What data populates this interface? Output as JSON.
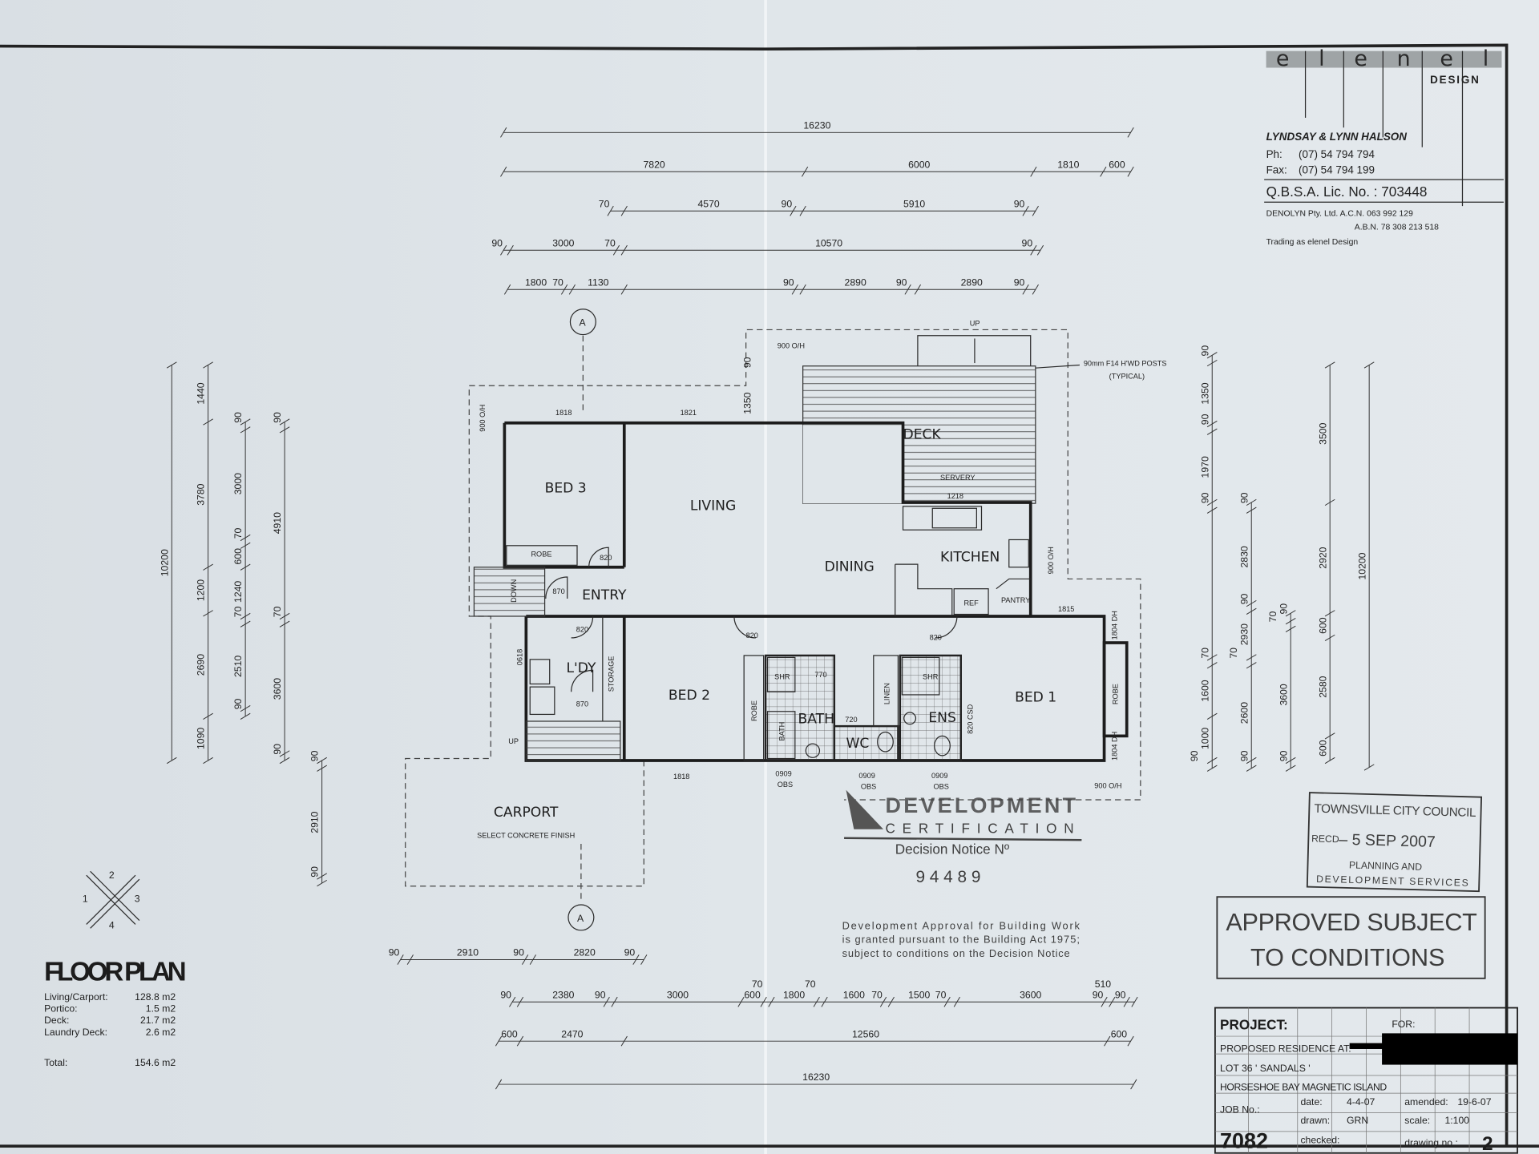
{
  "logo": {
    "wordmark": "elenel",
    "sub": "DESIGN"
  },
  "firm": {
    "name": "LYNDSAY & LYNN HALSON",
    "phone_label": "Ph:",
    "phone": "(07) 54 794 794",
    "fax_label": "Fax:",
    "fax": "(07) 54 794 199",
    "license": "Q.B.S.A. Lic. No. : 703448",
    "company": "DENOLYN Pty. Ltd. A.C.N. 063 992 129",
    "abn": "A.B.N. 78 308 213 518",
    "trading": "Trading as elenel Design"
  },
  "title_block": {
    "project_label": "PROJECT:",
    "for_label": "FOR:",
    "address_1": "PROPOSED RESIDENCE AT:",
    "address_2": "LOT 36 ' SANDALS '",
    "address_3": "HORSESHOE BAY MAGNETIC ISLAND",
    "job_label": "JOB No.:",
    "job_no": "7082",
    "date_label": "date:",
    "date": "4-4-07",
    "drawn_label": "drawn:",
    "drawn": "GRN",
    "checked_label": "checked:",
    "amended_label": "amended:",
    "amended": "19-6-07",
    "scale_label": "scale:",
    "scale": "1:100",
    "drawing_label": "drawing no.:",
    "drawing_no": "2"
  },
  "area_schedule": {
    "title": "FLOOR PLAN",
    "rows": [
      {
        "label": "Living/Carport:",
        "value": "128.8 m2"
      },
      {
        "label": "Portico:",
        "value": "1.5 m2"
      },
      {
        "label": "Deck:",
        "value": "21.7 m2"
      },
      {
        "label": "Laundry Deck:",
        "value": "2.6 m2"
      }
    ],
    "total_label": "Total:",
    "total": "154.6 m2"
  },
  "compass": {
    "n1": "1",
    "n2": "2",
    "n3": "3",
    "n4": "4"
  },
  "section_marker": "A",
  "rooms": {
    "bed3": "BED 3",
    "living": "LIVING",
    "dining": "DINING",
    "kitchen": "KITCHEN",
    "deck": "DECK",
    "servery": "SERVERY",
    "pantry": "PANTRY",
    "ref": "REF",
    "entry": "ENTRY",
    "laundry": "L'DY",
    "storage": "STORAGE",
    "bed2": "BED 2",
    "bath": "BATH",
    "bath_tub": "BATH",
    "wc": "WC",
    "linen": "LINEN",
    "ens": "ENS",
    "bed1": "BED 1",
    "carport": "CARPORT",
    "carport_finish": "SELECT CONCRETE FINISH",
    "robe": "ROBE",
    "shr": "SHR"
  },
  "annotations": {
    "overhang": "900 O/H",
    "posts": "90mm F14 H'WD POSTS",
    "posts_2": "(TYPICAL)",
    "up": "UP",
    "down": "DOWN",
    "w1818": "1818",
    "w1821": "1821",
    "w1350": "1350",
    "w90": "90",
    "w1218": "1218",
    "d820": "820",
    "d870": "870",
    "d770": "770",
    "d720": "720",
    "csd": "820 CSD",
    "w0618": "0618",
    "dh": "1804 DH",
    "w1815": "1815",
    "obs": "0909",
    "obs_2": "OBS"
  },
  "stamps": {
    "dev_1": "DEVELOPMENT",
    "dev_2": "CERTIFICATION",
    "dev_notice": "Decision Notice Nº",
    "dev_number": "9 4 4 8 9",
    "dev_text_1": "Development Approval for Building Work",
    "dev_text_2": "is granted pursuant to the Building Act 1975;",
    "dev_text_3": "subject to conditions on the Decision Notice",
    "approved_1": "APPROVED SUBJECT",
    "approved_2": "TO CONDITIONS",
    "council": "TOWNSVILLE CITY COUNCIL",
    "recd": "RECD",
    "recd_date": "– 5 SEP 2007",
    "dept_1": "PLANNING AND",
    "dept_2": "DEVELOPMENT SERVICES"
  },
  "dims": {
    "top": [
      [
        "16230"
      ],
      [
        "7820",
        "6000",
        "1810",
        "600"
      ],
      [
        "70",
        "4570",
        "90",
        "5910",
        "90"
      ],
      [
        "90",
        "3000",
        "70",
        "10570",
        "90"
      ],
      [
        "1800",
        "70",
        "1130",
        "90",
        "2890",
        "90",
        "2890",
        "90"
      ]
    ],
    "bottom": [
      [
        "90",
        "2910",
        "90",
        "2820",
        "90"
      ],
      [
        "90",
        "2380",
        "90",
        "3000",
        "600",
        "70",
        "1800",
        "70",
        "1600",
        "70",
        "1500",
        "70",
        "3600",
        "90",
        "510",
        "90"
      ],
      [
        "600",
        "2470",
        "12560",
        "600"
      ],
      [
        "16230"
      ]
    ],
    "left": [
      [
        "10200"
      ],
      [
        "1440",
        "3780",
        "1200",
        "2690",
        "1090"
      ],
      [
        "90",
        "3000",
        "70",
        "600",
        "1240",
        "70",
        "2510",
        "90"
      ],
      [
        "90",
        "4910",
        "70",
        "3600",
        "90"
      ],
      [
        "90",
        "2910",
        "90"
      ]
    ],
    "right": [
      [
        "90",
        "1350",
        "90",
        "1970",
        "90",
        "70",
        "1600",
        "1000",
        "90"
      ],
      [
        "90",
        "2830",
        "90",
        "2930",
        "70",
        "2600",
        "90"
      ],
      [
        "90",
        "70",
        "3600",
        "90"
      ],
      [
        "3500",
        "2920",
        "600",
        "2580",
        "600"
      ],
      [
        "10200"
      ]
    ]
  }
}
